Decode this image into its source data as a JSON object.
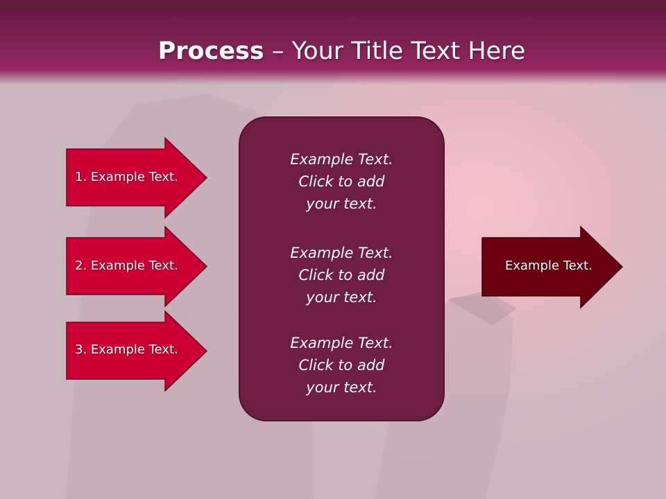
{
  "slide": {
    "title_bold": "Process",
    "title_rest": " – Your Title Text Here"
  },
  "left_arrows": [
    {
      "label": "1. Example Text."
    },
    {
      "label": "2. Example Text."
    },
    {
      "label": "3. Example Text."
    }
  ],
  "center_box": {
    "paragraphs": [
      {
        "line1": "Example Text.",
        "line2": "Click  to add",
        "line3": "your text."
      },
      {
        "line1": "Example Text.",
        "line2": "Click  to add",
        "line3": "your text."
      },
      {
        "line1": "Example Text.",
        "line2": "Click  to add",
        "line3": "your text."
      }
    ]
  },
  "right_arrow": {
    "label": "Example Text."
  },
  "colors": {
    "header": "#7a2150",
    "left_arrow_fill": "#cc0033",
    "center_box_fill": "#6e1d43",
    "right_arrow_fill": "#6b0010"
  }
}
